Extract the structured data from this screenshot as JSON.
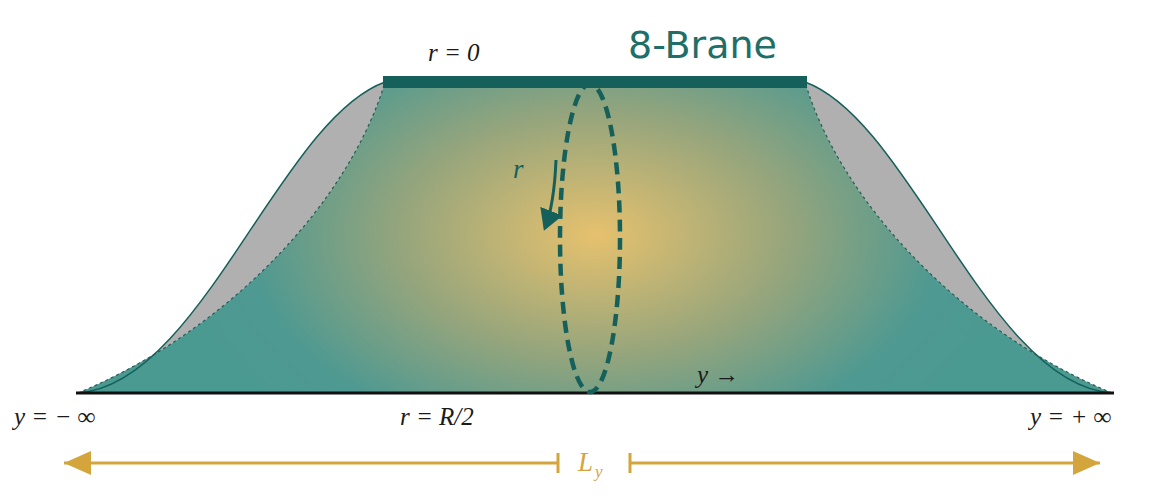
{
  "diagram": {
    "labels": [
      "r = 0",
      "8-Brane",
      "r",
      "y →",
      "y = − ∞",
      "r = R/2",
      "y = + ∞",
      "L",
      "y"
    ]
  }
}
